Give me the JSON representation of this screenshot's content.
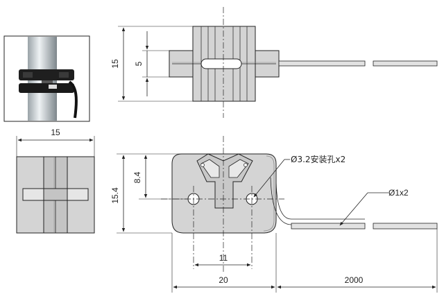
{
  "drawing": {
    "dimensions": {
      "top_height": "15",
      "top_slot": "5",
      "side_width": "15",
      "front_height": "15.4",
      "front_hole_height": "8.4",
      "hole_spacing": "11",
      "body_width": "20",
      "cable_length": "2000"
    },
    "callouts": {
      "mount_hole": "Ø3.2安装孔x2",
      "cable": "Ø1x2"
    }
  },
  "colors": {
    "line": "#222222",
    "body_fill": "#d4d4d4",
    "shade": "#b8b8b8",
    "photo_bg": "#f2f2f2"
  }
}
